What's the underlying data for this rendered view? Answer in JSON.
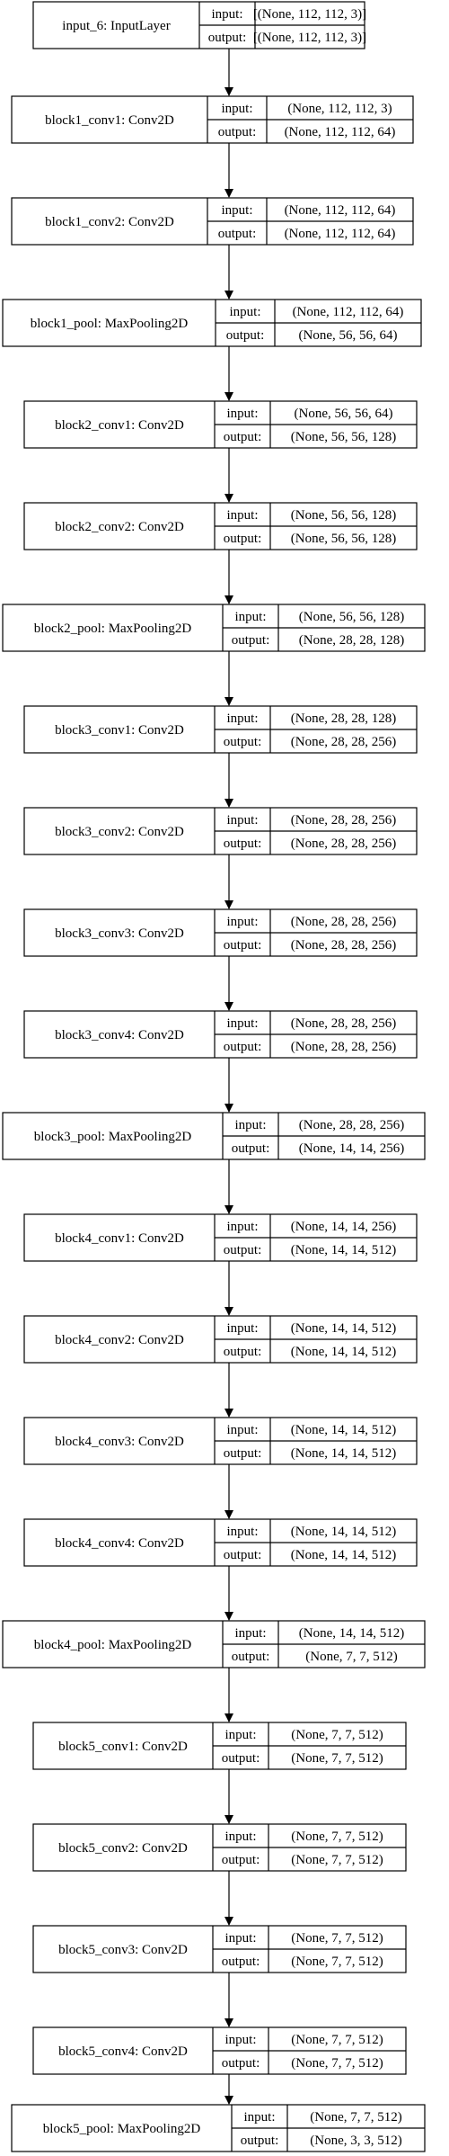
{
  "diagram": {
    "type": "keras-model-plot",
    "field_labels": {
      "input": "input:",
      "output": "output:"
    },
    "layers": [
      {
        "name": "input_6: InputLayer",
        "input": "[(None, 112, 112, 3)]",
        "output": "[(None, 112, 112, 3)]"
      },
      {
        "name": "block1_conv1: Conv2D",
        "input": "(None, 112, 112, 3)",
        "output": "(None, 112, 112, 64)"
      },
      {
        "name": "block1_conv2: Conv2D",
        "input": "(None, 112, 112, 64)",
        "output": "(None, 112, 112, 64)"
      },
      {
        "name": "block1_pool: MaxPooling2D",
        "input": "(None, 112, 112, 64)",
        "output": "(None, 56, 56, 64)"
      },
      {
        "name": "block2_conv1: Conv2D",
        "input": "(None, 56, 56, 64)",
        "output": "(None, 56, 56, 128)"
      },
      {
        "name": "block2_conv2: Conv2D",
        "input": "(None, 56, 56, 128)",
        "output": "(None, 56, 56, 128)"
      },
      {
        "name": "block2_pool: MaxPooling2D",
        "input": "(None, 56, 56, 128)",
        "output": "(None, 28, 28, 128)"
      },
      {
        "name": "block3_conv1: Conv2D",
        "input": "(None, 28, 28, 128)",
        "output": "(None, 28, 28, 256)"
      },
      {
        "name": "block3_conv2: Conv2D",
        "input": "(None, 28, 28, 256)",
        "output": "(None, 28, 28, 256)"
      },
      {
        "name": "block3_conv3: Conv2D",
        "input": "(None, 28, 28, 256)",
        "output": "(None, 28, 28, 256)"
      },
      {
        "name": "block3_conv4: Conv2D",
        "input": "(None, 28, 28, 256)",
        "output": "(None, 28, 28, 256)"
      },
      {
        "name": "block3_pool: MaxPooling2D",
        "input": "(None, 28, 28, 256)",
        "output": "(None, 14, 14, 256)"
      },
      {
        "name": "block4_conv1: Conv2D",
        "input": "(None, 14, 14, 256)",
        "output": "(None, 14, 14, 512)"
      },
      {
        "name": "block4_conv2: Conv2D",
        "input": "(None, 14, 14, 512)",
        "output": "(None, 14, 14, 512)"
      },
      {
        "name": "block4_conv3: Conv2D",
        "input": "(None, 14, 14, 512)",
        "output": "(None, 14, 14, 512)"
      },
      {
        "name": "block4_conv4: Conv2D",
        "input": "(None, 14, 14, 512)",
        "output": "(None, 14, 14, 512)"
      },
      {
        "name": "block4_pool: MaxPooling2D",
        "input": "(None, 14, 14, 512)",
        "output": "(None, 7, 7, 512)"
      },
      {
        "name": "block5_conv1: Conv2D",
        "input": "(None, 7, 7, 512)",
        "output": "(None, 7, 7, 512)"
      },
      {
        "name": "block5_conv2: Conv2D",
        "input": "(None, 7, 7, 512)",
        "output": "(None, 7, 7, 512)"
      },
      {
        "name": "block5_conv3: Conv2D",
        "input": "(None, 7, 7, 512)",
        "output": "(None, 7, 7, 512)"
      },
      {
        "name": "block5_conv4: Conv2D",
        "input": "(None, 7, 7, 512)",
        "output": "(None, 7, 7, 512)"
      },
      {
        "name": "block5_pool: MaxPooling2D",
        "input": "(None, 7, 7, 512)",
        "output": "(None, 3, 3, 512)"
      }
    ],
    "edges": [
      [
        "input_6: InputLayer",
        "block1_conv1: Conv2D"
      ],
      [
        "block1_conv1: Conv2D",
        "block1_conv2: Conv2D"
      ],
      [
        "block1_conv2: Conv2D",
        "block1_pool: MaxPooling2D"
      ],
      [
        "block1_pool: MaxPooling2D",
        "block2_conv1: Conv2D"
      ],
      [
        "block2_conv1: Conv2D",
        "block2_conv2: Conv2D"
      ],
      [
        "block2_conv2: Conv2D",
        "block2_pool: MaxPooling2D"
      ],
      [
        "block2_pool: MaxPooling2D",
        "block3_conv1: Conv2D"
      ],
      [
        "block3_conv1: Conv2D",
        "block3_conv2: Conv2D"
      ],
      [
        "block3_conv2: Conv2D",
        "block3_conv3: Conv2D"
      ],
      [
        "block3_conv3: Conv2D",
        "block3_conv4: Conv2D"
      ],
      [
        "block3_conv4: Conv2D",
        "block3_pool: MaxPooling2D"
      ],
      [
        "block3_pool: MaxPooling2D",
        "block4_conv1: Conv2D"
      ],
      [
        "block4_conv1: Conv2D",
        "block4_conv2: Conv2D"
      ],
      [
        "block4_conv2: Conv2D",
        "block4_conv3: Conv2D"
      ],
      [
        "block4_conv3: Conv2D",
        "block4_conv4: Conv2D"
      ],
      [
        "block4_conv4: Conv2D",
        "block4_pool: MaxPooling2D"
      ],
      [
        "block4_pool: MaxPooling2D",
        "block5_conv1: Conv2D"
      ],
      [
        "block5_conv1: Conv2D",
        "block5_conv2: Conv2D"
      ],
      [
        "block5_conv2: Conv2D",
        "block5_conv3: Conv2D"
      ],
      [
        "block5_conv3: Conv2D",
        "block5_conv4: Conv2D"
      ],
      [
        "block5_conv4: Conv2D",
        "block5_pool: MaxPooling2D"
      ]
    ]
  }
}
